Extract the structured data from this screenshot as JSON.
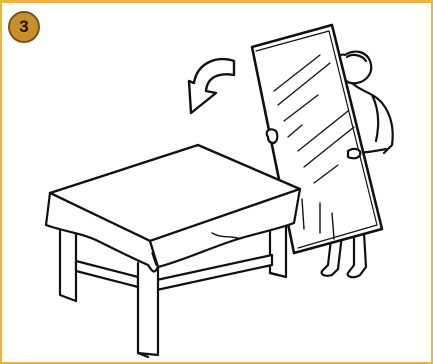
{
  "step": {
    "number": "3"
  },
  "illustration": {
    "subject_icons": [
      "rotate-arrow-icon",
      "table",
      "glass-pane",
      "person"
    ],
    "colors": {
      "border": "#e9b544",
      "badge": "#c8902c",
      "ink": "#111111"
    }
  }
}
